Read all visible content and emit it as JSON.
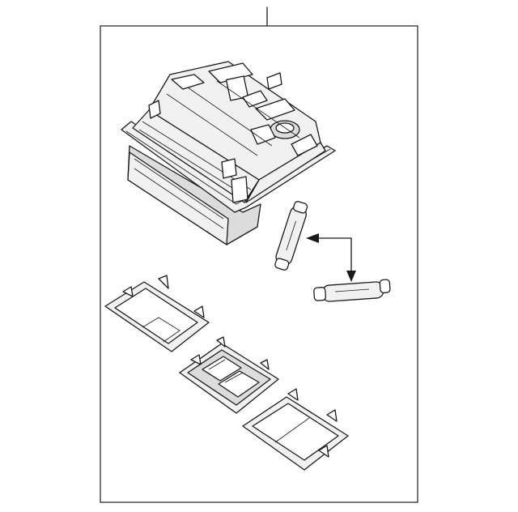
{
  "diagram": {
    "parts": [
      {
        "id": "overhead-console-assembly"
      },
      {
        "id": "bulb-upper"
      },
      {
        "id": "bulb-lower"
      },
      {
        "id": "lens-cover-left"
      },
      {
        "id": "bezel-center"
      },
      {
        "id": "lens-cover-right"
      }
    ],
    "arrows": 2,
    "colors": {
      "line": "#1a1a1a",
      "background": "#ffffff",
      "fill": "#f1f1f1"
    }
  }
}
